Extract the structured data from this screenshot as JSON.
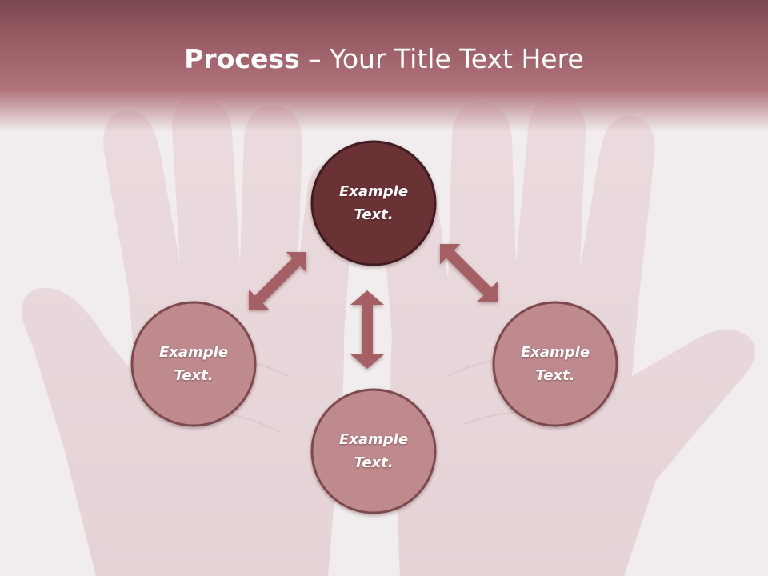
{
  "title": {
    "strong": "Process",
    "rest": " – Your Title Text Here"
  },
  "nodes": [
    {
      "id": "top",
      "text": "Example Text."
    },
    {
      "id": "left",
      "text": "Example Text."
    },
    {
      "id": "bottom",
      "text": "Example Text."
    },
    {
      "id": "right",
      "text": "Example Text."
    }
  ],
  "colors": {
    "header_top": "#7b4750",
    "header_bottom": "#b0737a",
    "node_primary": "#6b3034",
    "node_secondary": "#bf8a8e",
    "node_border": "#7d4a50",
    "arrow": "#a56065",
    "background": "#f1eced"
  }
}
